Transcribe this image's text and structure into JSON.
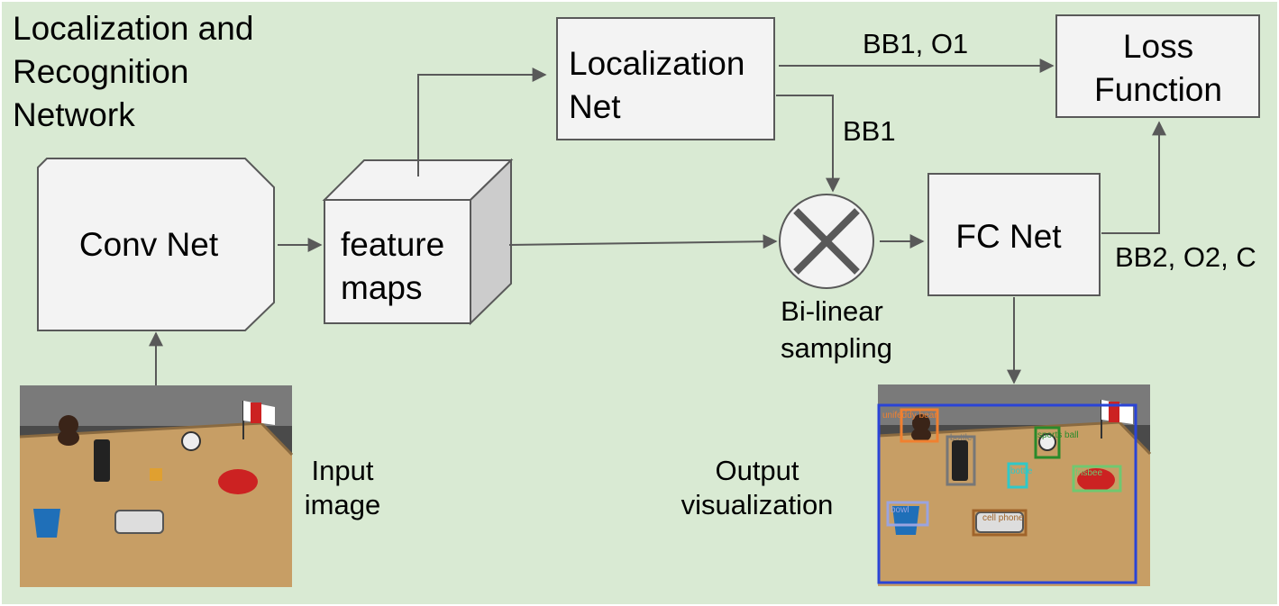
{
  "title_lines": [
    "Localization and",
    "Recognition",
    "Network"
  ],
  "conv_net_label": "Conv Net",
  "feature_maps_lines": [
    "feature",
    "maps"
  ],
  "localization_net_lines": [
    "Localization",
    "Net"
  ],
  "loss_function_lines": [
    "Loss",
    "Function"
  ],
  "fc_net_label": "FC Net",
  "edge_labels": {
    "bb1_o1": "BB1, O1",
    "bb1": "BB1",
    "bb2_o2_c": "BB2, O2, C"
  },
  "bilinear_lines": [
    "Bi-linear",
    "sampling"
  ],
  "input_image_lines": [
    "Input",
    "image"
  ],
  "output_vis_lines": [
    "Output",
    "visualization"
  ],
  "detection_labels": [
    "unifeddy bear",
    "bottle",
    "sports ball",
    "bottle",
    "frisbee",
    "bowl",
    "cell phone"
  ],
  "colors": {
    "background": "#d9ead3",
    "box_fill": "#f3f3f3",
    "stroke": "#595959",
    "table": "#c79e65"
  }
}
